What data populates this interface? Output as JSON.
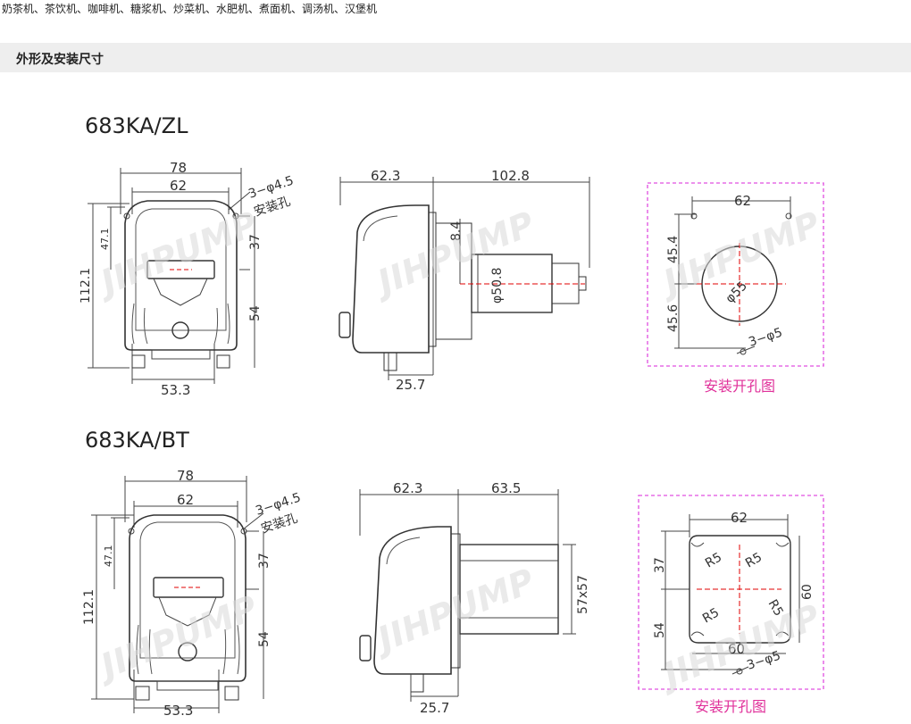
{
  "top_text": "奶茶机、茶饮机、咖啡机、糖浆机、炒菜机、水肥机、煮面机、调汤机、汉堡机",
  "section": {
    "title": "外形及安装尺寸"
  },
  "models": [
    {
      "title": "683KA/ZL",
      "front": {
        "w1": "78",
        "w2": "62",
        "hole": "3−φ4.5",
        "hole_label": "安装孔",
        "h_total": "112.1",
        "h_a": "47.1",
        "h_b": "37",
        "h_c": "54",
        "w3": "53.3"
      },
      "side": {
        "a": "62.3",
        "b": "102.8",
        "c": "8.4",
        "d": "φ50.8",
        "e": "25.7"
      },
      "cutout": {
        "w": "62",
        "h1": "45.4",
        "h2": "45.6",
        "circle": "φ55",
        "holes": "3−φ5",
        "label": "安装开孔图"
      }
    },
    {
      "title": "683KA/BT",
      "front": {
        "w1": "78",
        "w2": "62",
        "hole": "3−φ4.5",
        "hole_label": "安装孔",
        "h_total": "112.1",
        "h_a": "47.1",
        "h_b": "37",
        "h_c": "54",
        "w3": "53.3"
      },
      "side": {
        "a": "62.3",
        "b": "63.5",
        "c": "57x57",
        "e": "25.7"
      },
      "cutout": {
        "w_top": "62",
        "w_bot": "60",
        "h1": "37",
        "h2": "54",
        "h_right": "60",
        "r": "R5",
        "holes": "3−φ5",
        "label": "安装开孔图"
      }
    }
  ],
  "watermark": "JIHPUMP",
  "colors": {
    "line": "#333333",
    "magenta": "#e04fe0",
    "red": "#e00000",
    "label_pink": "#e0309a"
  }
}
